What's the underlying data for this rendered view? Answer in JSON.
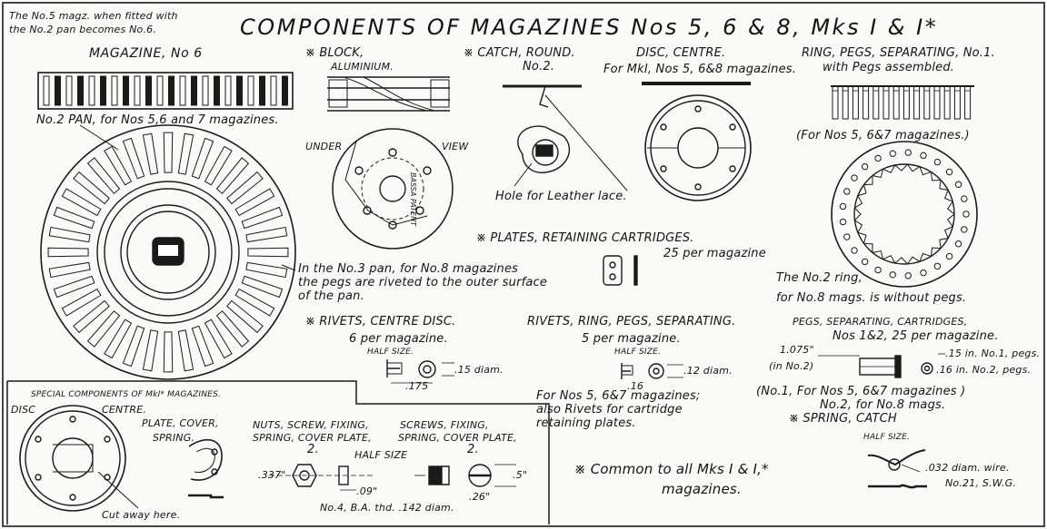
{
  "header": {
    "title": "COMPONENTS   OF  MAGAZINES  Nos  5, 6 & 8,  Mks I & I*",
    "note_line1": "The No.5 magz. when fitted with",
    "note_line2": "the No.2 pan becomes No.6."
  },
  "magazine": {
    "label": "MAGAZINE, No 6",
    "pan_label": "No.2 PAN, for Nos 5,6 and 7 magazines.",
    "no3_pan_note_1": "In the No.3 pan, for No.8 magazines",
    "no3_pan_note_2": "the pegs are riveted to the outer surface",
    "no3_pan_note_3": "of the pan."
  },
  "block": {
    "label_1": "※ BLOCK,",
    "label_2": "ALUMINIUM.",
    "under": "UNDER",
    "view": "VIEW",
    "stamp": "BASSA PATENT"
  },
  "catch_round": {
    "label_1": "※ CATCH, ROUND.",
    "label_2": "No.2.",
    "hole_note": "Hole for Leather lace."
  },
  "disc_centre": {
    "label_1": "DISC, CENTRE.",
    "label_2": "For MkI, Nos 5, 6&8 magazines."
  },
  "ring_pegs": {
    "label_1": "RING, PEGS, SEPARATING, No.1.",
    "label_2": "with Pegs assembled.",
    "note": "(For Nos 5, 6&7 magazines.)",
    "no2_note_1": "The No.2 ring,",
    "no2_note_2": "for No.8 mags. is without pegs."
  },
  "plates": {
    "label": "※ PLATES, RETAINING CARTRIDGES.",
    "qty": "25 per magazine"
  },
  "rivets_disc": {
    "label": "※ RIVETS, CENTRE DISC.",
    "qty": "6 per magazine.",
    "half_size": "HALF SIZE.",
    "diam": ".15 diam.",
    "len": ".175"
  },
  "rivets_ring": {
    "label": "RIVETS, RING, PEGS, SEPARATING.",
    "qty": "5 per magazine.",
    "half_size": "HALF SIZE.",
    "diam": ".12 diam.",
    "len": ".16",
    "note_1": "For Nos 5, 6&7 magazines;",
    "note_2": "also Rivets for cartridge",
    "note_3": "retaining plates."
  },
  "pegs": {
    "label": "PEGS, SEPARATING, CARTRIDGES,",
    "qty": "Nos 1&2, 25 per magazine.",
    "dim_1": "1.075\"",
    "dim_1b": "(in No.2)",
    "dim_2": ".15 in. No.1, pegs.",
    "dim_3": ".16 in. No.2, pegs.",
    "note_1": "(No.1, For Nos 5, 6&7 magazines )",
    "note_2": "No.2, for No.8 mags."
  },
  "spring_catch": {
    "label": "※ SPRING, CATCH",
    "half_size": "HALF SIZE.",
    "wire_1": ".032 diam. wire.",
    "wire_2": "No.21, S.W.G."
  },
  "special": {
    "heading": "SPECIAL COMPONENTS OF MkI* MAGAZINES.",
    "disc": "DISC",
    "centre": "CENTRE.",
    "cutaway": "Cut away here.",
    "plate_1": "PLATE, COVER,",
    "plate_2": "SPRING.",
    "nuts_1": "NUTS, SCREW, FIXING,",
    "nuts_2": "SPRING, COVER PLATE,",
    "nuts_qty": "2.",
    "screws_1": "SCREWS, FIXING,",
    "screws_2": "SPRING, COVER PLATE,",
    "screws_qty": "2.",
    "half_size": "HALF SIZE",
    "dim_337": ".337\"",
    "dim_09": ".09\"",
    "dim_26": ".26\"",
    "dim_5": ".5\"",
    "thread": "No.4, B.A. thd. .142 diam."
  },
  "footer": {
    "common_1": "※ Common to all Mks I & I,*",
    "common_2": "magazines."
  }
}
